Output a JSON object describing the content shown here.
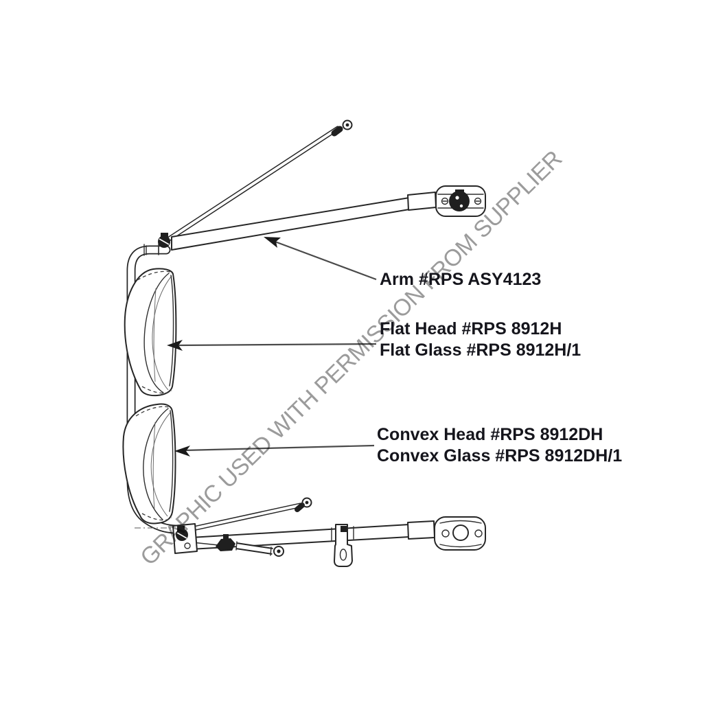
{
  "page": {
    "background_color": "#ffffff"
  },
  "watermark": {
    "text": "GRAPHIC USED WITH PERMISSION FROM SUPPLIER",
    "color": "#9b9b9b"
  },
  "callouts": {
    "arm": {
      "label": "Arm #RPS ASY4123"
    },
    "flat": {
      "line1": "Flat Head #RPS 8912H",
      "line2": "Flat Glass #RPS 8912H/1"
    },
    "convex": {
      "line1": "Convex Head #RPS 8912DH",
      "line2": "Convex Glass #RPS 8912DH/1"
    }
  },
  "diagram": {
    "ink_color": "#262626",
    "leader_color": "#4a4a4a",
    "part_names": [
      "frame-loop-tube",
      "upper-brace-rod",
      "upper-arm",
      "upper-mount-bracket",
      "flat-mirror-head",
      "convex-mirror-head",
      "lower-brace-rod",
      "lower-arm",
      "lower-mount-bracket",
      "hanger-bracket",
      "adjuster-link",
      "pivot-clamp",
      "corner-clamp"
    ]
  }
}
